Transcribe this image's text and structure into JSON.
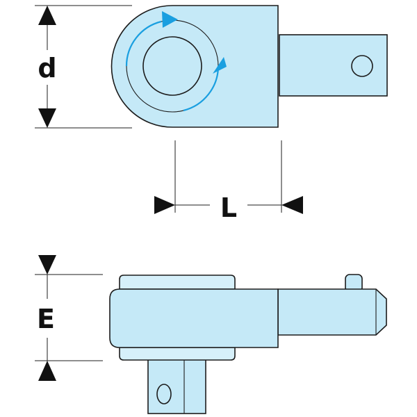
{
  "dimensions": {
    "d": "d",
    "L": "L",
    "E": "E"
  },
  "colors": {
    "part_fill": "#c5e9f7",
    "outline": "#1c1c1c",
    "rotation_arrow": "#1a9fe0",
    "dimension_arrow": "#111111"
  }
}
